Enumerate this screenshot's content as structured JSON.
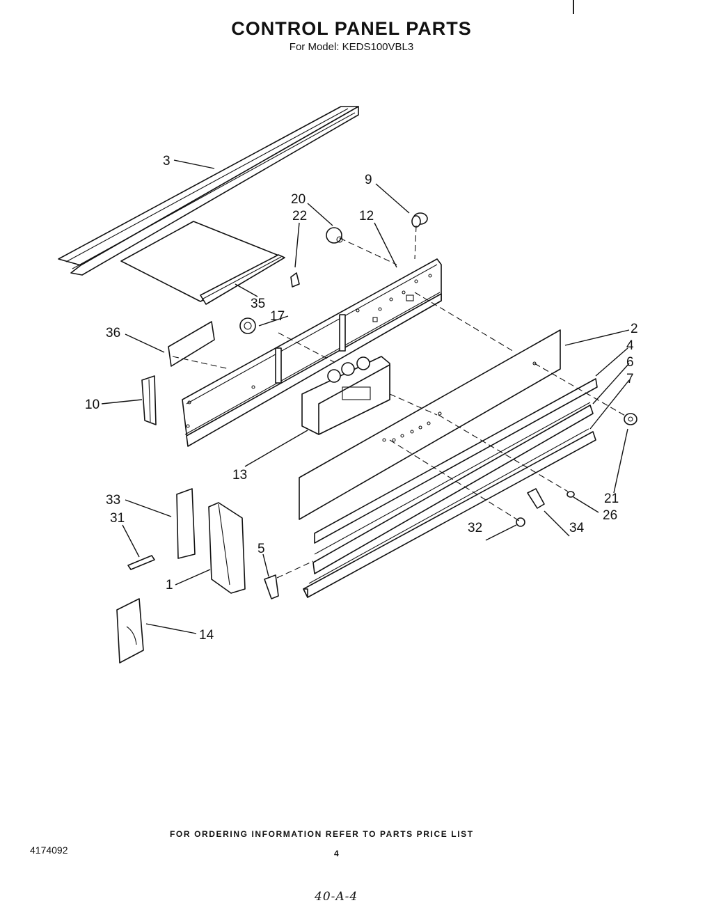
{
  "header": {
    "title": "CONTROL PANEL PARTS",
    "subtitle": "For Model: KEDS100VBL3"
  },
  "callouts": {
    "c1": "1",
    "c2": "2",
    "c3": "3",
    "c4": "4",
    "c5": "5",
    "c6": "6",
    "c7": "7",
    "c9": "9",
    "c10": "10",
    "c12": "12",
    "c13": "13",
    "c14": "14",
    "c17": "17",
    "c20": "20",
    "c21": "21",
    "c22": "22",
    "c26": "26",
    "c31": "31",
    "c32": "32",
    "c33": "33",
    "c34": "34",
    "c35": "35",
    "c36": "36"
  },
  "footer": {
    "note": "FOR ORDERING INFORMATION REFER TO PARTS PRICE LIST",
    "doc_number": "4174092",
    "page_number": "4",
    "handwritten": "40-A-4"
  }
}
